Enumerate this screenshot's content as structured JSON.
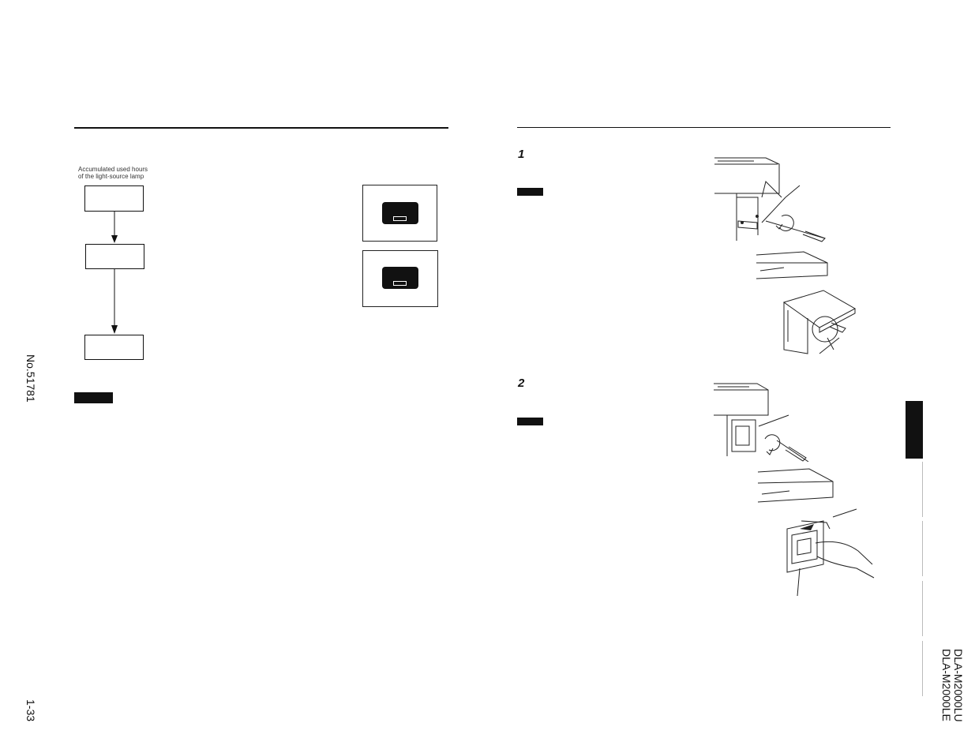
{
  "left": {
    "caption": "Accumulated used hours\nof the light-source lamp"
  },
  "right": {
    "step1": "1",
    "step2": "2"
  },
  "margin": {
    "doc_number": "No.51781",
    "page_number": "1-33",
    "model_1": "DLA-M2000LU",
    "model_2": "DLA-M2000LE"
  },
  "colors": {
    "ink": "#111111",
    "paper": "#ffffff"
  }
}
